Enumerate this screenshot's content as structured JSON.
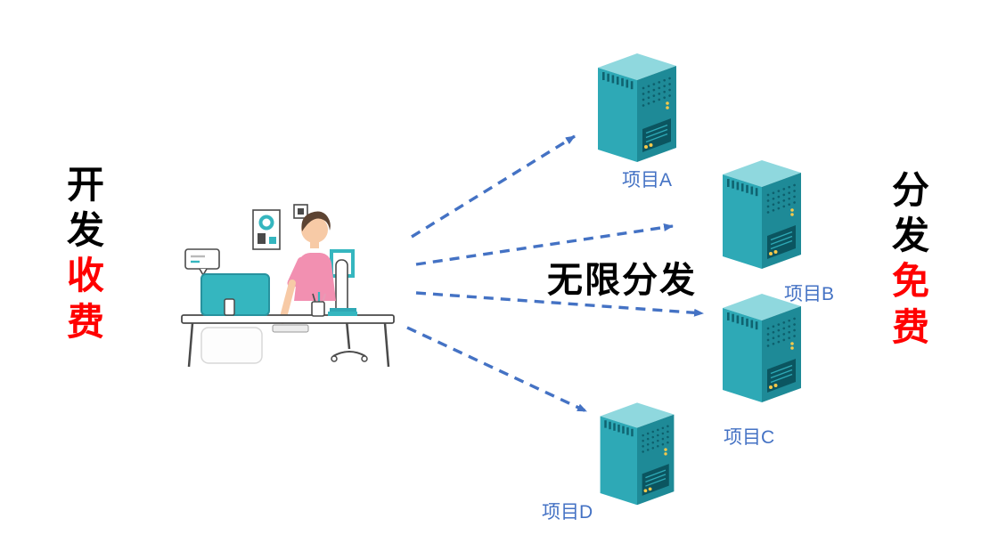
{
  "diagram": {
    "left_caption": {
      "top": "开发",
      "bottom": "收费"
    },
    "right_caption": {
      "top": "分发",
      "bottom": "免费"
    },
    "center_caption": "无限分发",
    "servers": [
      {
        "label": "项目A"
      },
      {
        "label": "项目B"
      },
      {
        "label": "项目C"
      },
      {
        "label": "项目D"
      }
    ],
    "colors": {
      "arrow_blue": "#4472C4",
      "project_label_blue": "#4472C4",
      "highlight_red": "#FF0000",
      "caption_black": "#000000",
      "server_teal_front": "#2EA9B6",
      "server_teal_side": "#1E8A97",
      "server_teal_top": "#8FD8DE"
    }
  }
}
